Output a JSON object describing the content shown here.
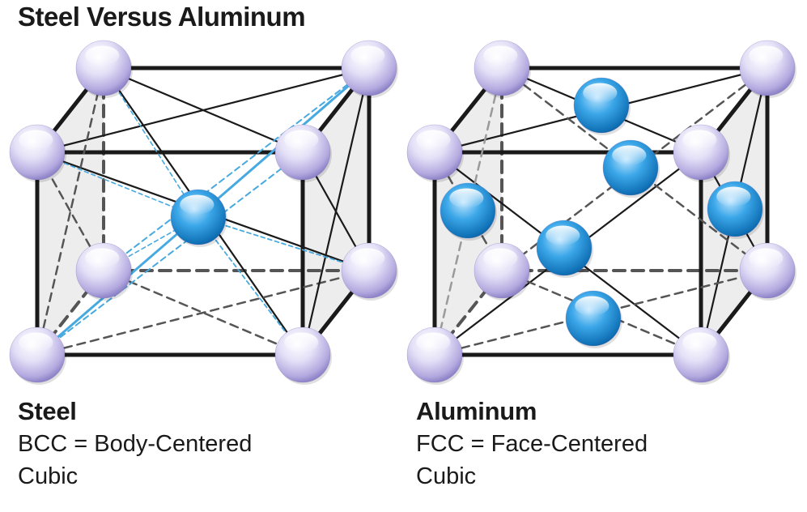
{
  "title": "Steel Versus Aluminum",
  "panels": [
    {
      "name": "Steel",
      "line1": "BCC = Body-Centered",
      "line2": "Cubic",
      "structure": "BCC"
    },
    {
      "name": "Aluminum",
      "line1": "FCC = Face-Centered",
      "line2": "Cubic",
      "structure": "FCC"
    }
  ],
  "colors": {
    "corner_atom": "#c9c2ec",
    "center_atom": "#1f8fd6",
    "edge": "#1a1a1a",
    "dashed": "#555555",
    "highlight": "#46a9e0",
    "face_shade": "#e9e9e9"
  }
}
